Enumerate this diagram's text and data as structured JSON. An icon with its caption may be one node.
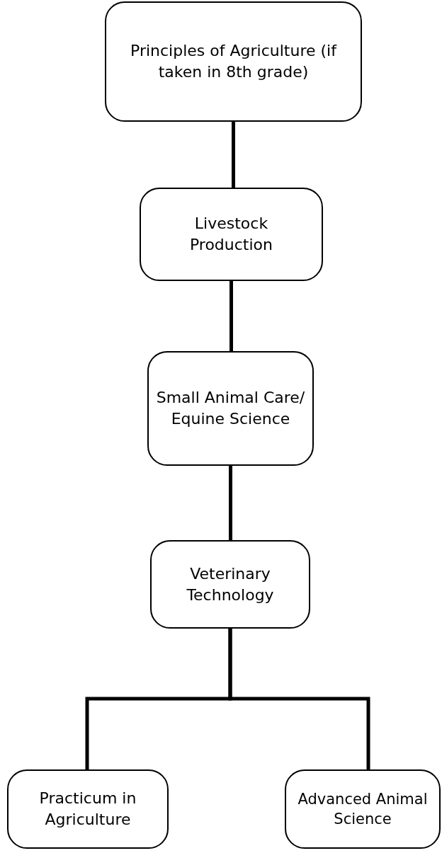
{
  "diagram": {
    "nodes": [
      {
        "text": [
          "Principles of Agriculture (if taken in 8th grade)"
        ]
      },
      {
        "text": [
          "Livestock Production"
        ]
      },
      {
        "text": [
          "Small Animal Care/ Equine Science"
        ]
      },
      {
        "text": [
          "Veterinary Technology"
        ]
      },
      {
        "text": [
          "Practicum in Agriculture"
        ]
      },
      {
        "text": [
          "Advanced Animal Science"
        ]
      }
    ],
    "edges": [
      {
        "from": 0,
        "to": 1,
        "arrow": "none"
      },
      {
        "from": 1,
        "to": 2,
        "arrow": "none"
      },
      {
        "from": 2,
        "to": 3,
        "arrow": "none"
      },
      {
        "from": 3,
        "to": 4,
        "arrow": "none"
      },
      {
        "from": 3,
        "to": 5,
        "arrow": "none"
      }
    ]
  }
}
